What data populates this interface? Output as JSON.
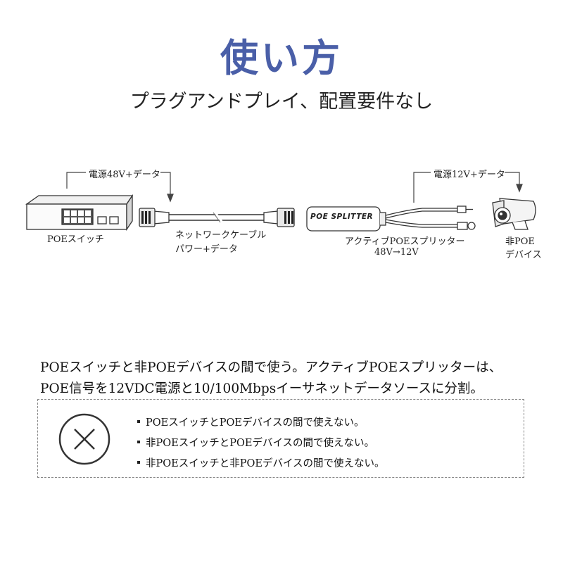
{
  "header": {
    "title": "使い方",
    "subtitle": "プラグアンドプレイ、配置要件なし"
  },
  "diagram": {
    "arrow_left_label": "電源48V+データ",
    "arrow_right_label": "電源12V+データ",
    "switch_label": "POEスイッチ",
    "cable_label_1": "ネットワークケーブル",
    "cable_label_2": "パワー+データ",
    "splitter_text": "POE SPLITTER",
    "splitter_label_1": "アクティブPOEスプリッター",
    "splitter_label_2": "48V→12V",
    "device_label_1": "非POE",
    "device_label_2": "デバイス"
  },
  "description": {
    "line1": "POEスイッチと非POEデバイスの間で使う。アクティブPOEスプリッターは、",
    "line2": "POE信号を12VDC電源と10/100Mbpsイーサネットデータソースに分割。"
  },
  "warnings": [
    "POEスイッチとPOEデバイスの間で使えない。",
    "非POEスイッチとPOEデバイスの間で使えない。",
    "非POEスイッチと非POEデバイスの間で使えない。"
  ]
}
